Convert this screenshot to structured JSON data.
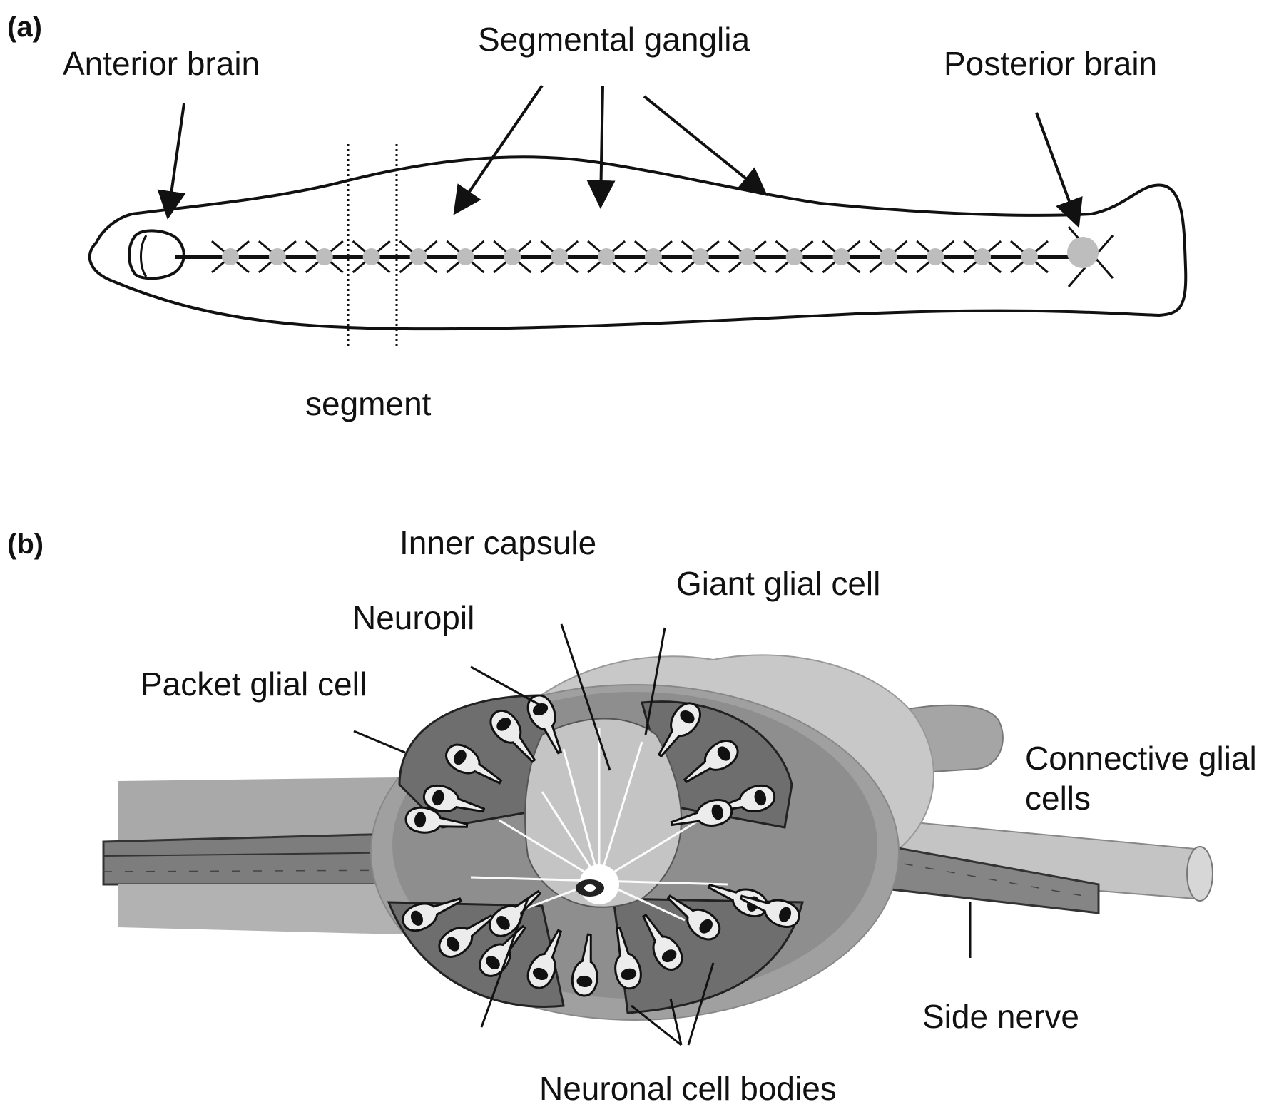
{
  "panel_a": {
    "panel_label": "(a)",
    "labels": {
      "anterior_brain": "Anterior brain",
      "segmental_ganglia": "Segmental ganglia",
      "posterior_brain": "Posterior brain",
      "segment": "segment"
    },
    "ganglion_count": 18
  },
  "panel_b": {
    "panel_label": "(b)",
    "labels": {
      "inner_capsule": "Inner capsule",
      "giant_glial_cell": "Giant glial cell",
      "neuropil": "Neuropil",
      "packet_glial_cell": "Packet glial cell",
      "connective_glial_cells_line1": "Connective glial",
      "connective_glial_cells_line2": "cells",
      "side_nerve": "Side nerve",
      "neuronal_cell_bodies": "Neuronal cell bodies"
    }
  },
  "colors": {
    "ganglion_fill": "#bdbdbd",
    "outline": "#111111",
    "ganglion_body": "#9a9a9a",
    "glia_dark": "#6e6e6e",
    "cell_light": "#ececec",
    "nerve": "#8a8a8a"
  }
}
